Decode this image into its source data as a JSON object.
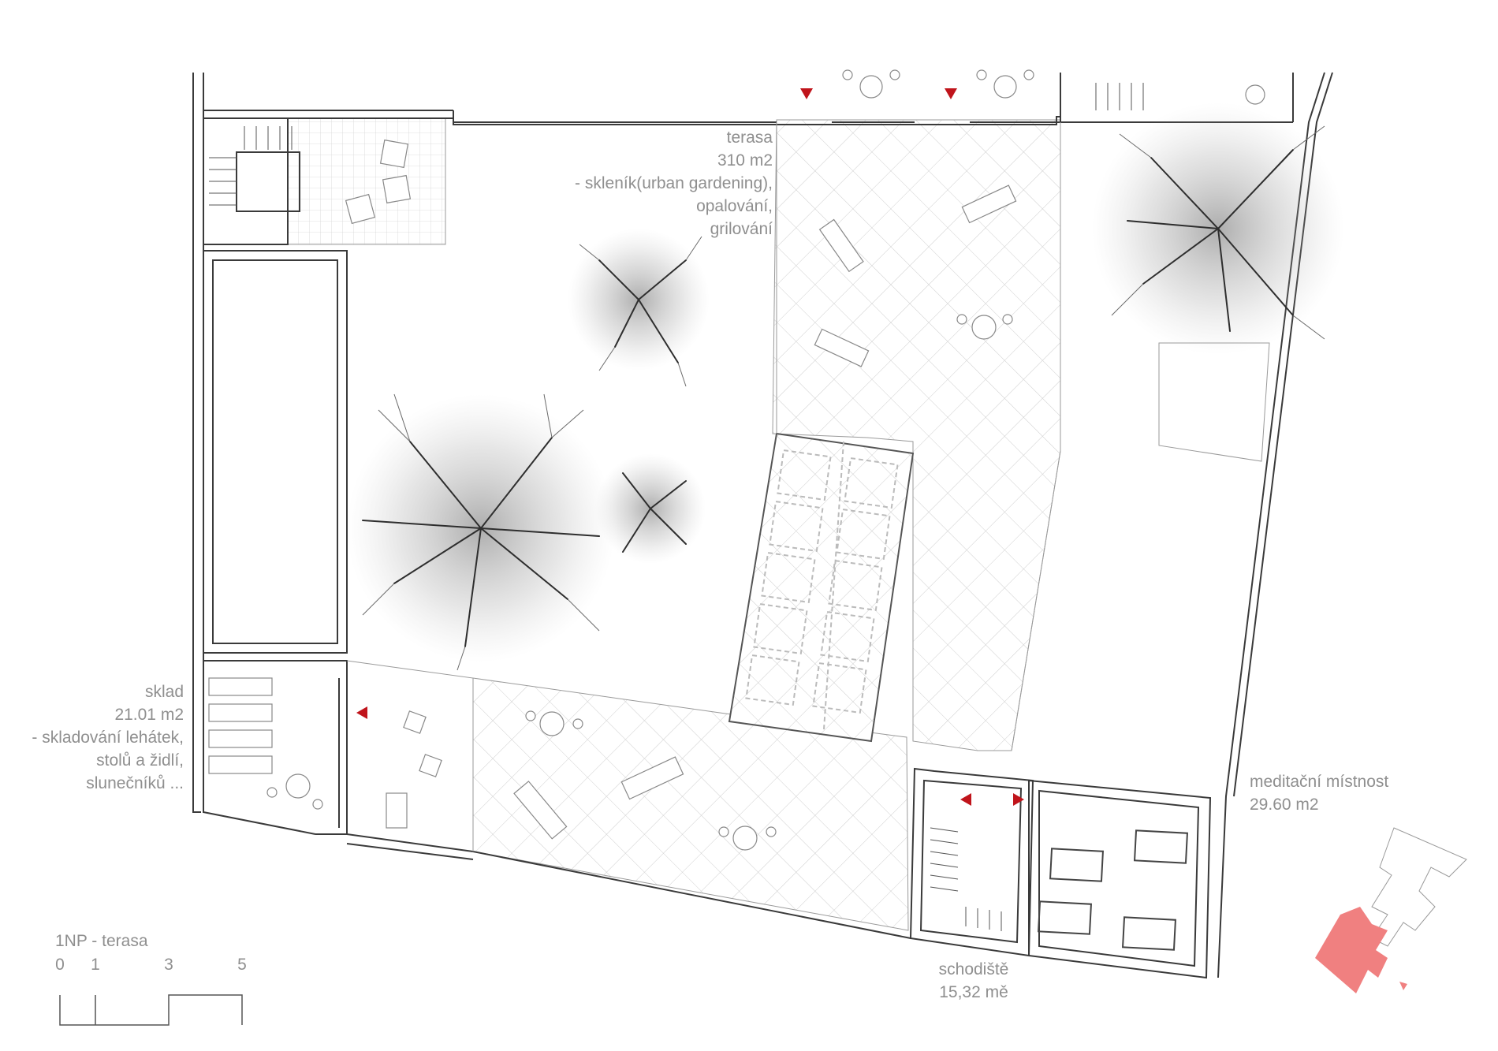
{
  "labels": {
    "terasa": {
      "name": "terasa",
      "area": "310 m2",
      "desc": [
        "- skleník(urban gardening),",
        "opalování,",
        "grilování"
      ]
    },
    "sklad": {
      "name": "sklad",
      "area": "21.01 m2",
      "desc": [
        "- skladování lehátek,",
        "stolů a židlí,",
        "slunečníků ..."
      ]
    },
    "meditacni": {
      "name": "meditační místnost",
      "area": "29.60 m2"
    },
    "schodiste": {
      "name": "schodiště",
      "area": "15,32 mě"
    }
  },
  "scale": {
    "title": "1NP - terasa",
    "ticks": [
      "0",
      "1",
      "3",
      "5"
    ]
  },
  "colors": {
    "walls": "#3a3a3a",
    "paving": "#c4c4c4",
    "arrow": "#c0141b",
    "locator": "#f08080",
    "text": "#8f8f8f"
  }
}
